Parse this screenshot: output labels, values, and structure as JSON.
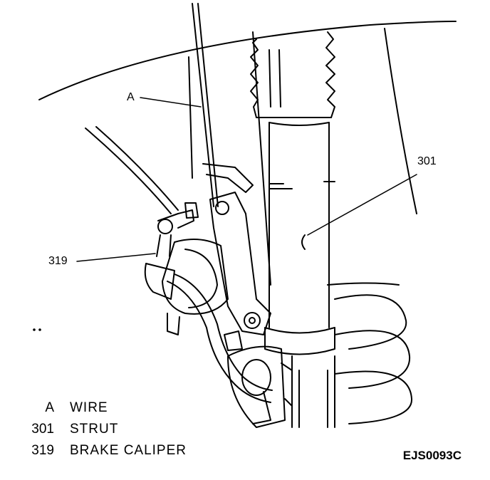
{
  "callouts": {
    "wire": "A",
    "strut": "301",
    "brake_caliper": "319"
  },
  "legend": [
    {
      "key": "A",
      "text": "WIRE"
    },
    {
      "key": "301",
      "text": "STRUT"
    },
    {
      "key": "319",
      "text": "BRAKE CALIPER"
    }
  ],
  "figure_code": "EJS0093C",
  "colors": {
    "ink": "#000000",
    "paper": "#ffffff"
  }
}
